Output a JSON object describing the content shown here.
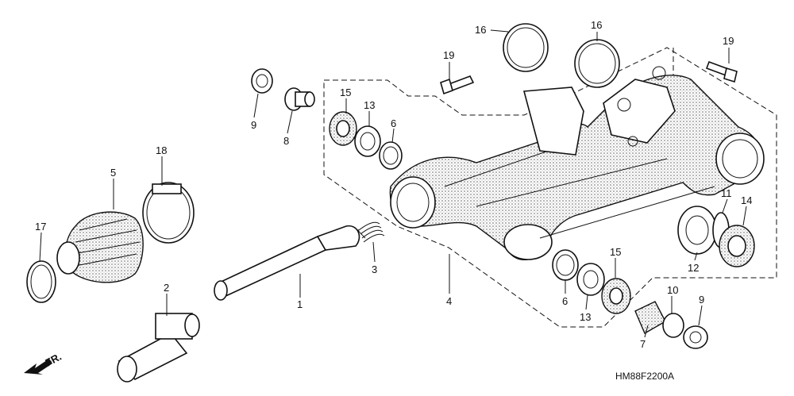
{
  "diagram": {
    "part_code": "HM88F2200A",
    "direction_label": "FR.",
    "callouts": [
      "16",
      "16",
      "19",
      "19",
      "9",
      "8",
      "15",
      "13",
      "6",
      "18",
      "5",
      "17",
      "11",
      "14",
      "3",
      "12",
      "4",
      "15",
      "1",
      "2",
      "6",
      "13",
      "10",
      "9",
      "7"
    ],
    "parts": [
      "propeller-shaft",
      "universal-joint",
      "spring",
      "swingarm",
      "boot",
      "oil-seal",
      "boot-small",
      "plug",
      "lock-nut",
      "ring",
      "snap-ring",
      "bearing-holder",
      "bearing",
      "dust-seal",
      "ball-bearing",
      "o-ring",
      "band",
      "boot-band",
      "bolt"
    ]
  }
}
